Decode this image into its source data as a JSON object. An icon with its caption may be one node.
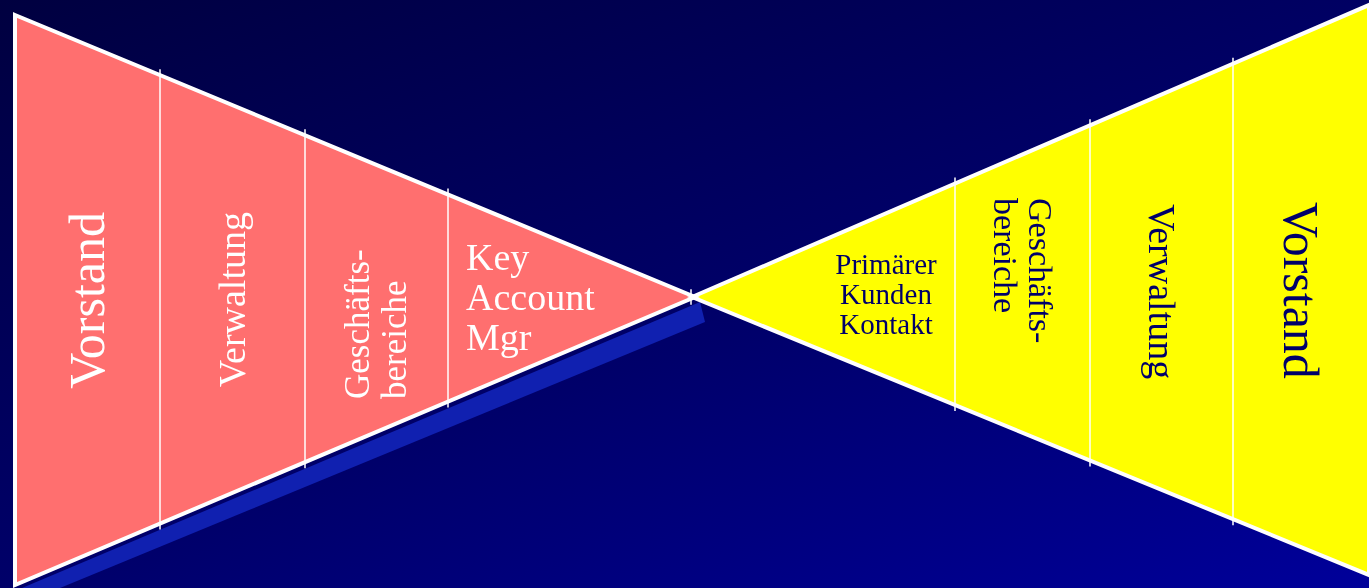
{
  "diagram": {
    "nodes": [
      {
        "text": [
          "Vorstand"
        ]
      },
      {
        "text": [
          "Verwaltung"
        ]
      },
      {
        "text": [
          "Geschäfts- bereiche"
        ]
      },
      {
        "text": [
          "Key Account Mgr"
        ]
      },
      {
        "text": [
          "Primärer Kunden Kontakt"
        ]
      },
      {
        "text": [
          "Geschäfts- bereiche"
        ]
      },
      {
        "text": [
          "Verwaltung"
        ]
      },
      {
        "text": [
          "Vorstand"
        ]
      }
    ],
    "edges": []
  }
}
